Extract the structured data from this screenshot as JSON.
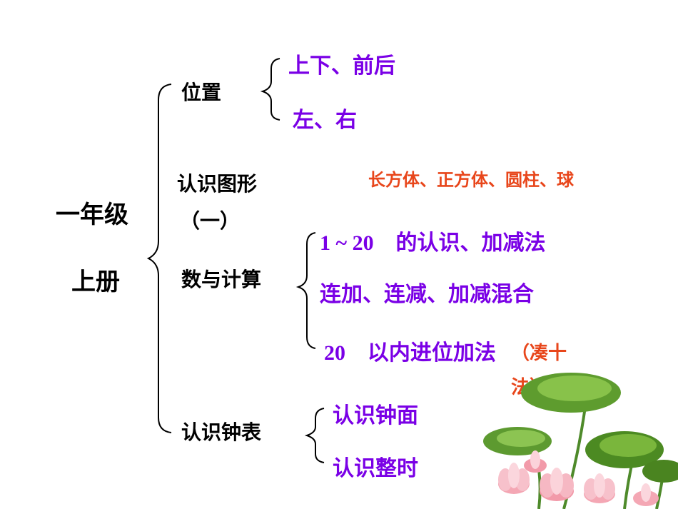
{
  "root": {
    "line1": "一年级",
    "line2": "上册"
  },
  "branches": [
    {
      "label": "位置",
      "items": [
        "上下、前后",
        "左、右"
      ]
    },
    {
      "label_line1": "认识图形",
      "label_line2": "（一）",
      "items": [
        "长方体、正方体、圆柱、球"
      ]
    },
    {
      "label": "数与计算",
      "items": [
        {
          "num": "1 ~ 20",
          "text": "的认识、加减法"
        },
        {
          "text": "连加、连减、加减混合"
        },
        {
          "num": "20",
          "text": "以内进位加法",
          "note1": "（凑十",
          "note2": "法）"
        }
      ]
    },
    {
      "label": "认识钟表",
      "items": [
        "认识钟面",
        "认识整时"
      ]
    }
  ],
  "colors": {
    "label": "#000000",
    "item": "#7a00e6",
    "highlight": "#e8461b"
  },
  "decoration": "lotus-flowers-and-leaves-image"
}
